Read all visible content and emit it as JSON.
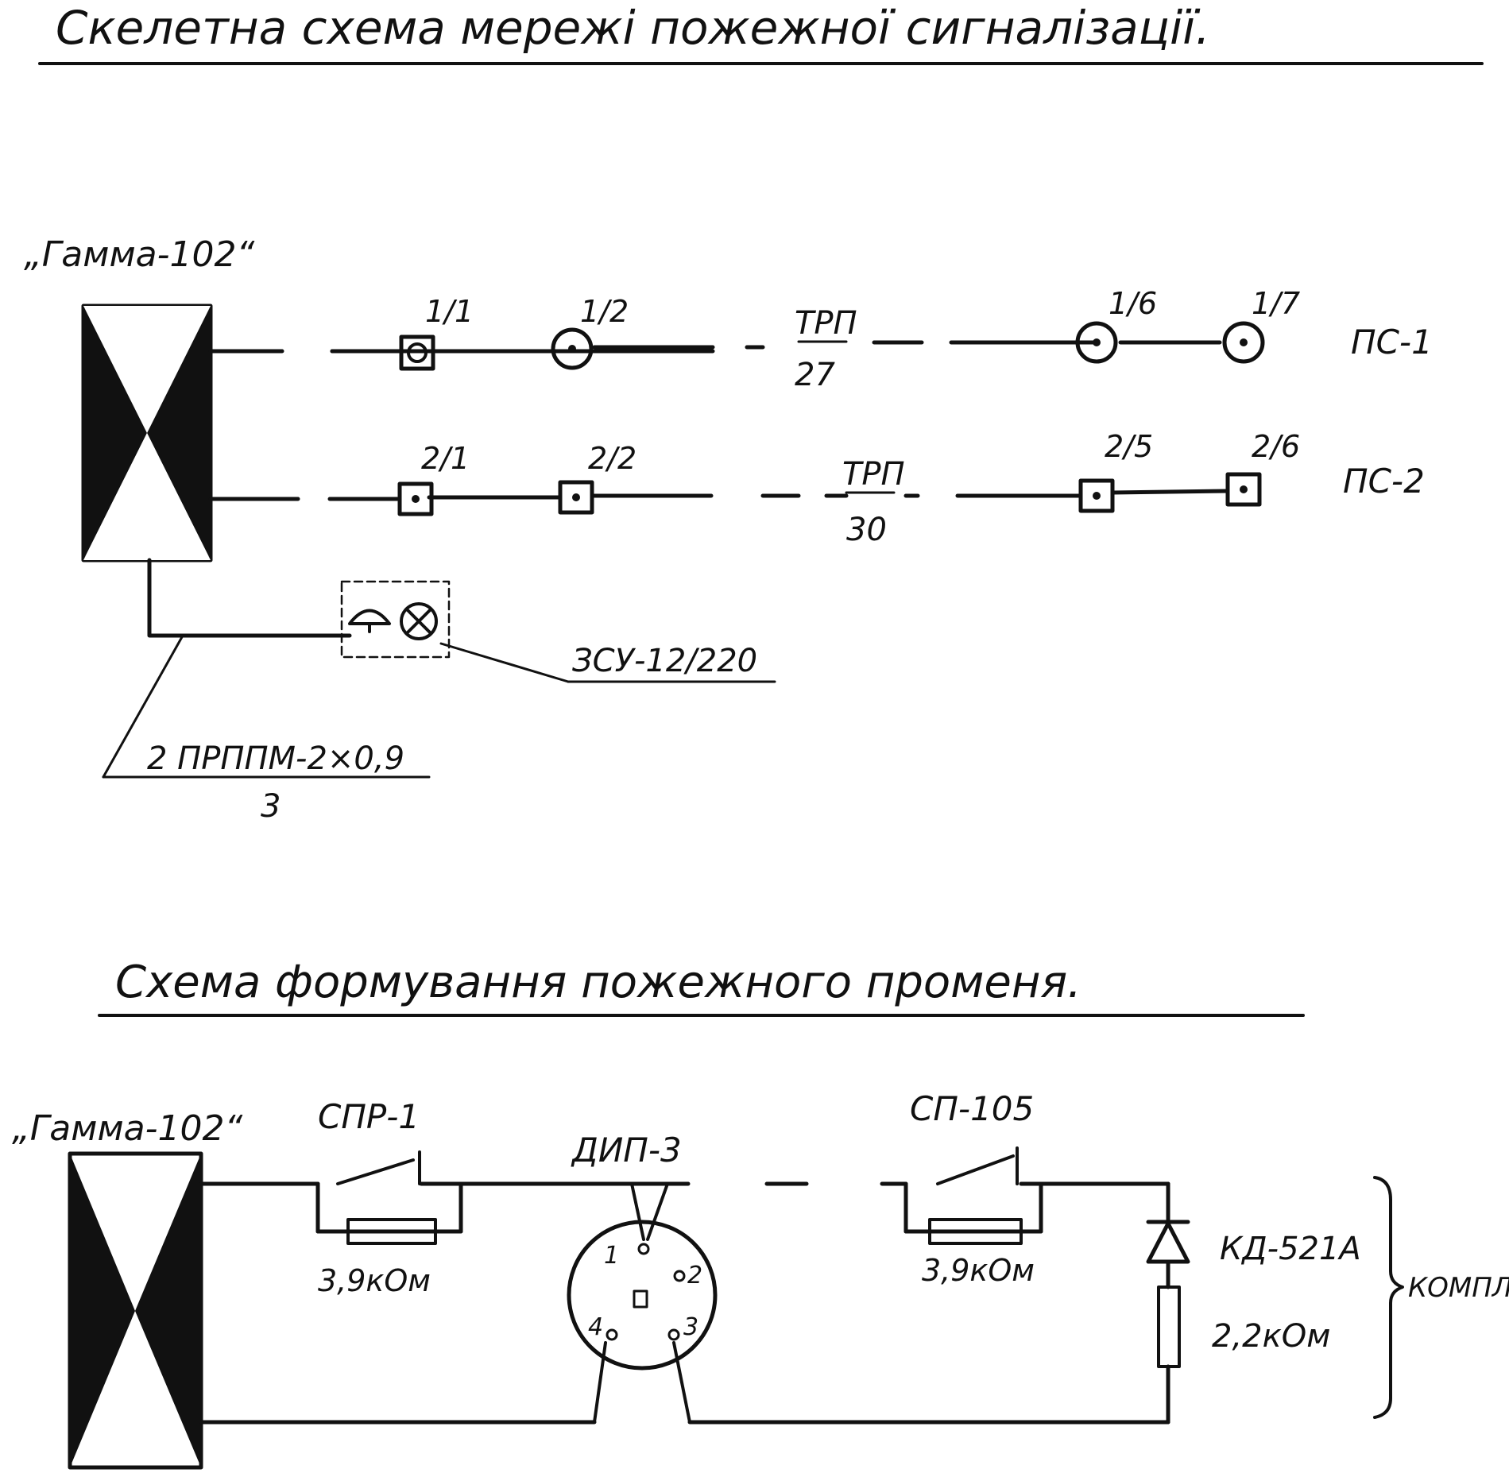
{
  "section1": {
    "title": "Скелетна схема мережі пожежної сигналізації.",
    "panel_label": "„Гамма-102“",
    "loop1": {
      "detectors": [
        "1/1",
        "1/2",
        "1/6",
        "1/7"
      ],
      "cable_top": "ТРП",
      "cable_bottom": "27",
      "name": "ПС-1"
    },
    "loop2": {
      "detectors": [
        "2/1",
        "2/2",
        "2/5",
        "2/6"
      ],
      "cable_top": "ТРП",
      "cable_bottom": "30",
      "name": "ПС-2"
    },
    "siren_label": "ЗСУ-12/220",
    "cable_label": "2 ПРППМ-2×0,9",
    "cable_sub": "3"
  },
  "section2": {
    "title": "Схема формування пожежного променя.",
    "panel_label": "„Гамма-102“",
    "manual_call_point": "СПР-1",
    "resistor_1": "3,9кОм",
    "smoke_detector": "ДИП-3",
    "socket_pins": [
      "1",
      "2",
      "3",
      "4"
    ],
    "heat_detector": "СП-105",
    "resistor_2": "3,9кОм",
    "diode": "КД-521А",
    "end_resistor": "2,2кОм",
    "bracket_label": "КОМПЛ."
  }
}
